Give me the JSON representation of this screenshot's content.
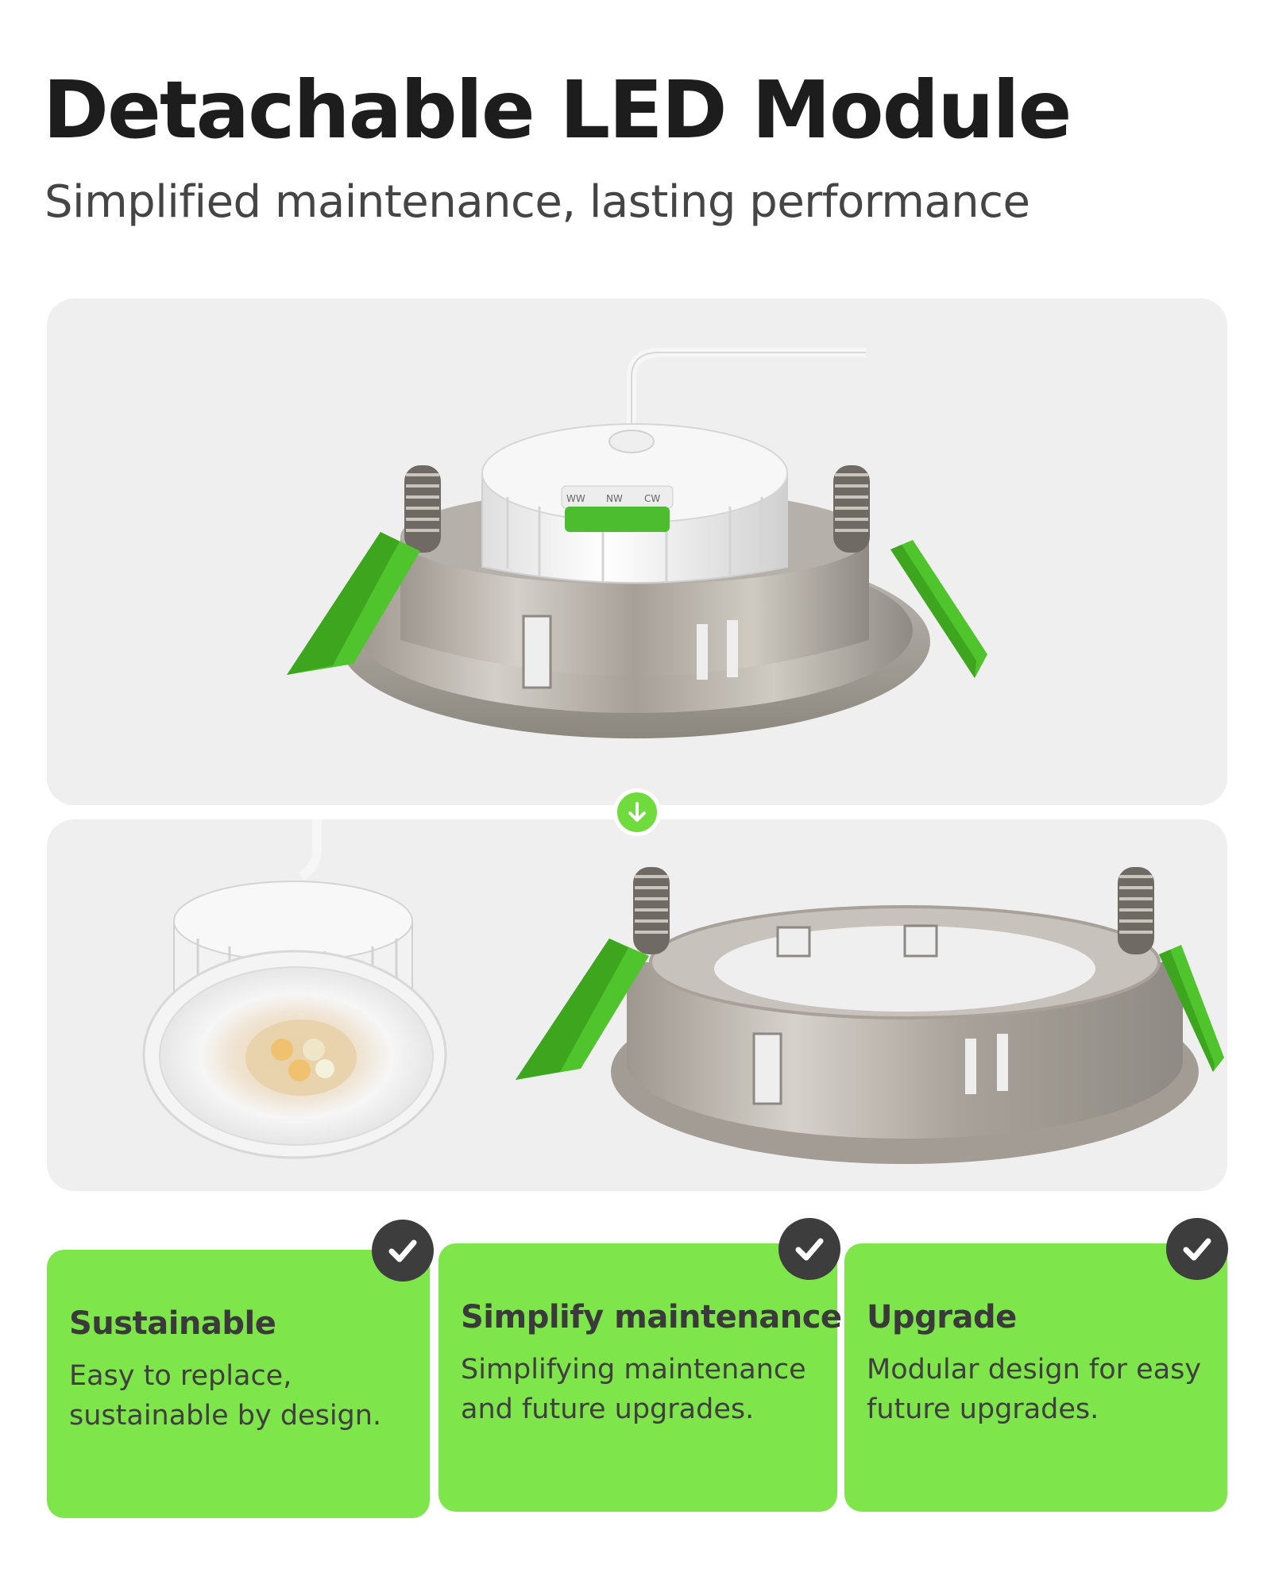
{
  "header": {
    "title": "Detachable LED Module",
    "subtitle": "Simplified maintenance, lasting performance"
  },
  "switch_labels": [
    "WW",
    "NW",
    "CW"
  ],
  "features": [
    {
      "title": "Sustainable",
      "text": "Easy to replace, sustainable by design."
    },
    {
      "title": "Simplify maintenance",
      "text": "Simplifying maintenance and future upgrades."
    },
    {
      "title": "Upgrade",
      "text": "Modular design for easy future upgrades."
    }
  ],
  "colors": {
    "accent_green": "#7ee54a",
    "badge_dark": "#3d3d3d",
    "panel_bg": "#efefef"
  },
  "icons": [
    "check-icon",
    "arrow-down-icon"
  ]
}
